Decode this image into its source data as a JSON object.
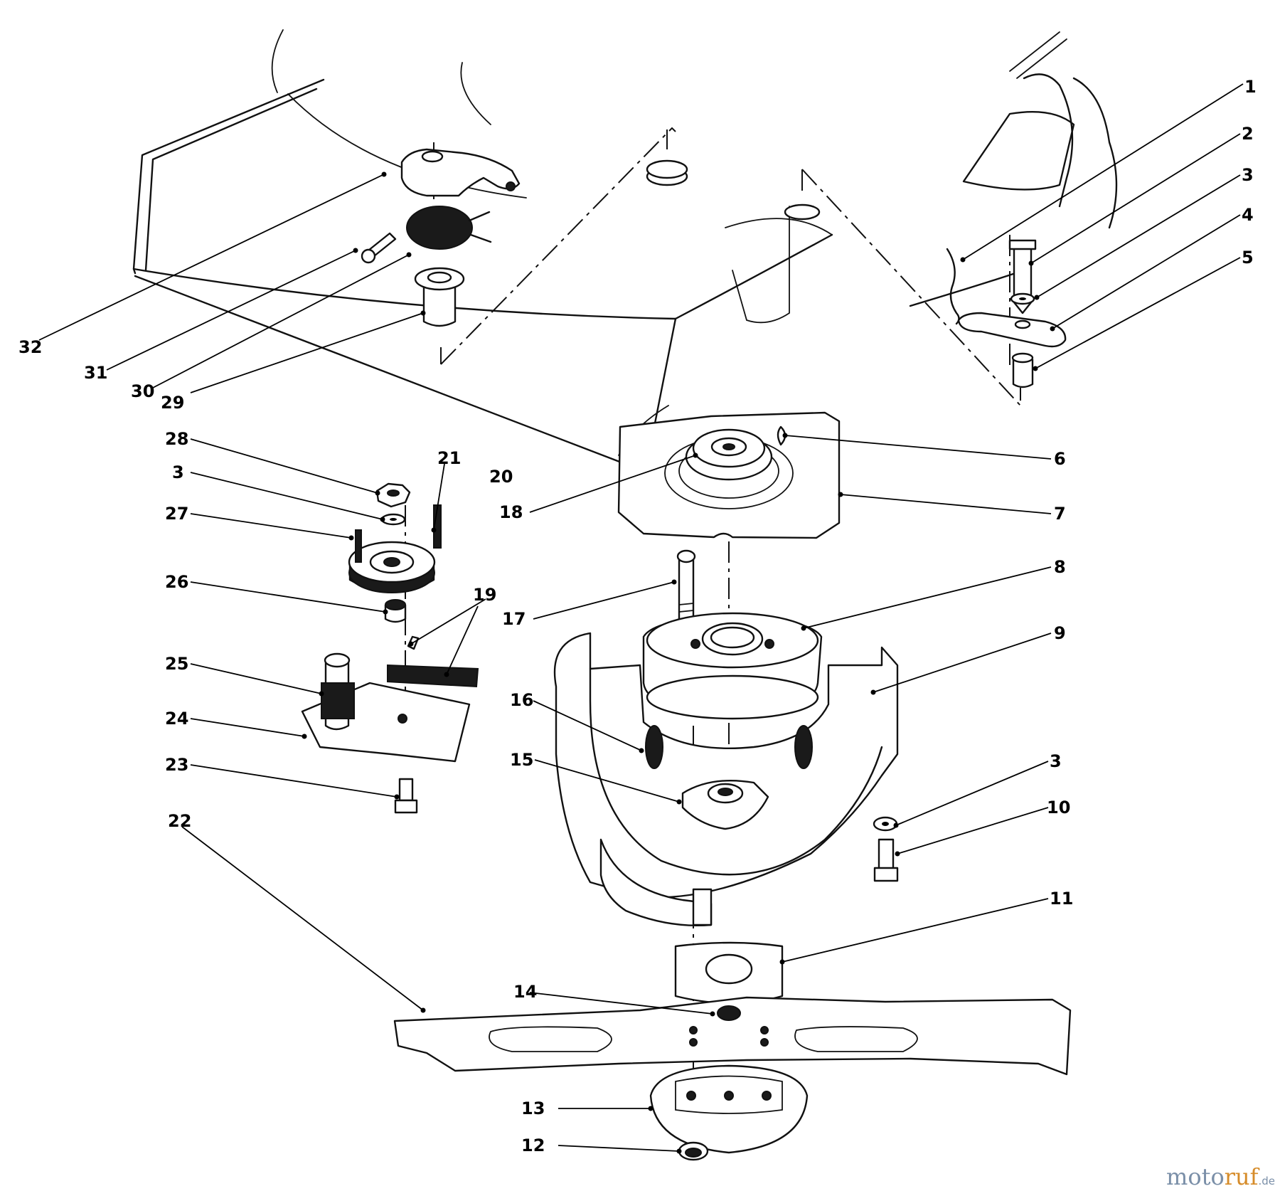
{
  "callouts": [
    "1",
    "2",
    "3",
    "4",
    "5",
    "6",
    "7",
    "8",
    "9",
    "10",
    "11",
    "12",
    "13",
    "14",
    "15",
    "16",
    "17",
    "18",
    "19",
    "20",
    "21",
    "22",
    "23",
    "24",
    "25",
    "26",
    "27",
    "28",
    "29",
    "30",
    "31",
    "32"
  ],
  "callout_3_repeats": [
    "3",
    "3",
    "3"
  ],
  "watermark": {
    "brand_part1": "moto",
    "brand_part2": "ruf",
    "suffix": ".de"
  }
}
